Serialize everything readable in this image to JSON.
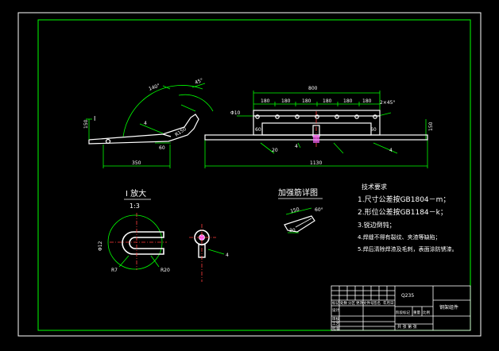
{
  "colors": {
    "background": "#000000",
    "frame": "#00ff00",
    "geometry": "#ffffff",
    "dimension": "#00ff00",
    "text": "#ffffff",
    "hidden": "#ff3b3b",
    "section_hatch": "#ff66ff",
    "balloon": "#ffff00"
  },
  "main_view": {
    "dims": {
      "top_overall": "800",
      "pitches": [
        "180",
        "180",
        "180",
        "180",
        "180",
        "180"
      ],
      "left_height": "150",
      "left_length": "350",
      "overall_length": "1130",
      "right_height": "150",
      "stub": "60",
      "angle_a": "140°",
      "angle_b": "45°",
      "radius": "R150",
      "callout_left": "4",
      "callout_mid": "4",
      "callout_right": "4",
      "small": "20",
      "small2": "2×45°",
      "hole": "Φ10",
      "mid_a": "60",
      "mid_b": "60"
    },
    "balloon_1": "I"
  },
  "detail_i": {
    "title": "I 放大",
    "scale": "1:3",
    "dims": {
      "width": "Φ12",
      "d1": "R7",
      "d2": "R20",
      "side": "4"
    }
  },
  "bend_detail": {
    "title": "加强筋详图",
    "dims": {
      "len": "150",
      "ang": "60°",
      "w": "30"
    }
  },
  "tech_requirements": {
    "heading": "技术要求",
    "items": [
      "1.尺寸公差按GB1804－m；",
      "2.形位公差按GB1184－k；",
      "3.锐边倒钝；",
      "4.焊缝不得有裂纹、夹渣等缺陷；",
      "5.焊后清除焊渣及毛刺，表面涂防锈漆。"
    ]
  },
  "title_block": {
    "drawing_name": "钢架组件",
    "material": "Q235",
    "sheet_info": "共 张 第 张",
    "cells": [
      "标记",
      "处数",
      "分区",
      "更改文件号",
      "签名",
      "年月日"
    ],
    "rows": [
      "设计",
      "审核",
      "工艺",
      "批准"
    ],
    "stage": "阶段标记",
    "weight": "重量",
    "ratio": "比例"
  }
}
